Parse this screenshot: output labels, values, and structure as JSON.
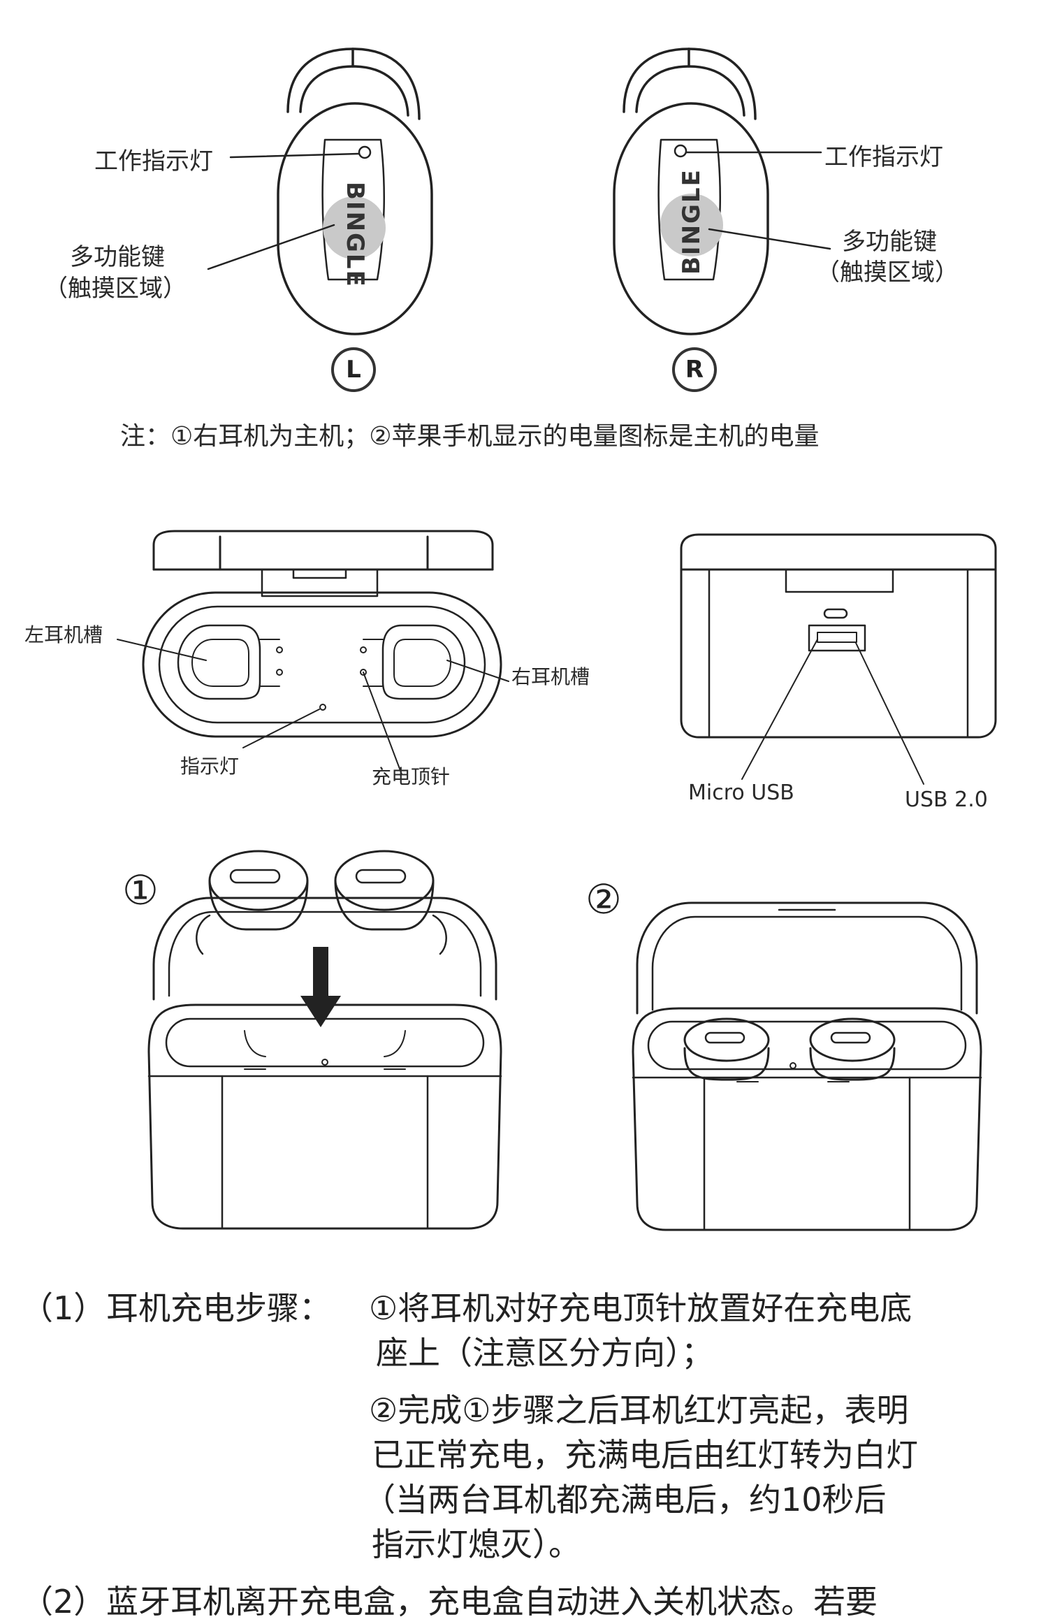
{
  "earbud_diagram": {
    "left": {
      "brand": "BINGLE",
      "indicator_label": "工作指示灯",
      "multi_key_label": "多功能键",
      "touch_area_label": "（触摸区域）",
      "side_mark": "L"
    },
    "right": {
      "brand": "BINGLE",
      "indicator_label": "工作指示灯",
      "multi_key_label": "多功能键",
      "touch_area_label": "（触摸区域）",
      "side_mark": "R"
    },
    "note": "注：①右耳机为主机；②苹果手机显示的电量图标是主机的电量"
  },
  "case_open": {
    "left_slot": "左耳机槽",
    "right_slot": "右耳机槽",
    "indicator": "指示灯",
    "pins": "充电顶针"
  },
  "case_ports": {
    "micro_usb": "Micro USB",
    "usb2": "USB 2.0"
  },
  "steps_diagram": {
    "step1_mark": "①",
    "step2_mark": "②"
  },
  "instructions": {
    "item1_prefix": "（1）",
    "item1_title": "耳机充电步骤：",
    "item1_a_line1": "①将耳机对好充电顶针放置好在充电底",
    "item1_a_line2": "座上（注意区分方向）；",
    "item1_b_line1": "②完成①步骤之后耳机红灯亮起，表明",
    "item1_b_line2": "已正常充电，充满电后由红灯转为白灯",
    "item1_b_line3": "（当两台耳机都充满电后，约10秒后",
    "item1_b_line4": "指示灯熄灭）。",
    "item2_prefix": "（2）",
    "item2_line1": "蓝牙耳机离开充电盒，充电盒自动进入关机状态。若要"
  }
}
